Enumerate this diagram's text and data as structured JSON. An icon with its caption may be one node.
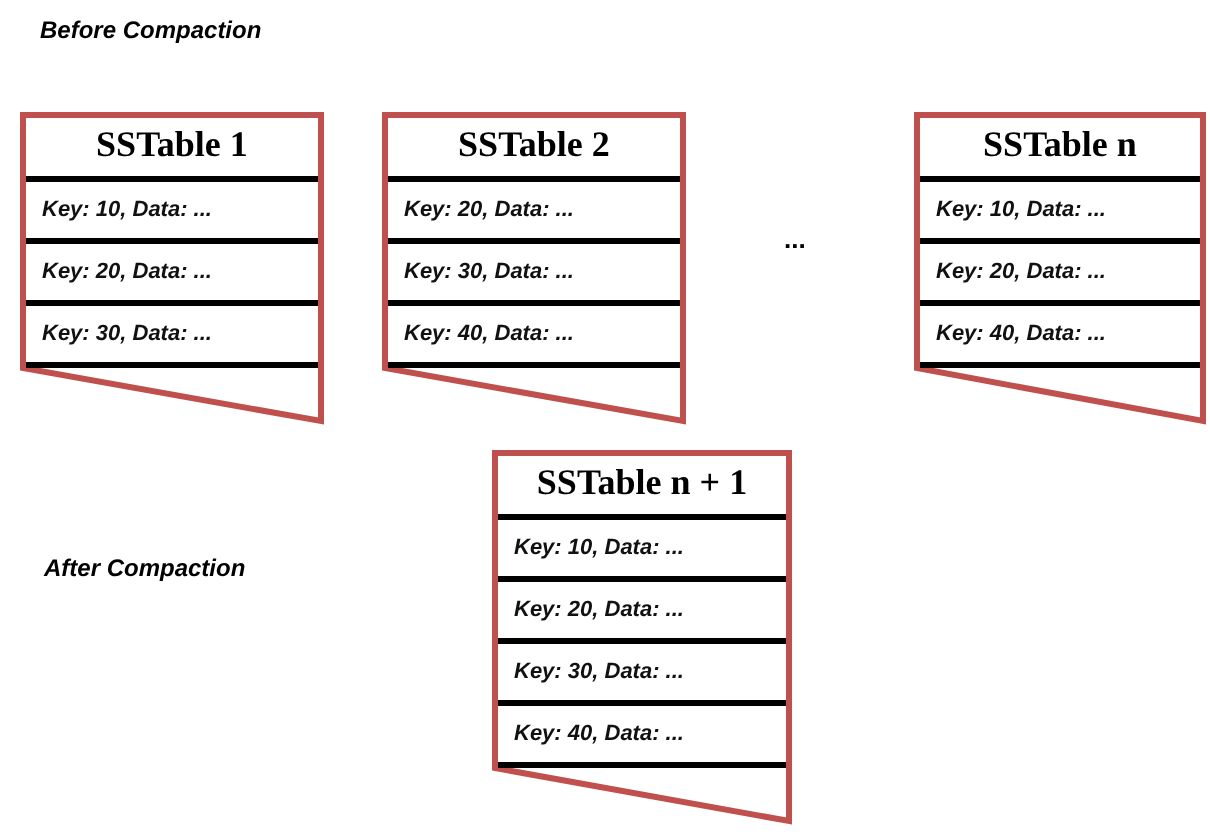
{
  "diagram": {
    "nodes": [
      {
        "text": [
          "SSTable 1"
        ]
      },
      {
        "text": [
          "Key: 10, Data: ..."
        ],
        "in": 0
      },
      {
        "text": [
          "Key: 20, Data: ..."
        ],
        "in": 0
      },
      {
        "text": [
          "Key: 30, Data: ..."
        ],
        "in": 0
      },
      {
        "text": [
          "SSTable 2"
        ]
      },
      {
        "text": [
          "Key: 20, Data: ..."
        ],
        "in": 4
      },
      {
        "text": [
          "Key: 30, Data: ..."
        ],
        "in": 4
      },
      {
        "text": [
          "Key: 40, Data: ..."
        ],
        "in": 4
      },
      {
        "text": [
          "SSTable n"
        ]
      },
      {
        "text": [
          "Key: 10, Data: ..."
        ],
        "in": 8
      },
      {
        "text": [
          "Key: 20, Data: ..."
        ],
        "in": 8
      },
      {
        "text": [
          "Key: 40, Data: ..."
        ],
        "in": 8
      },
      {
        "text": [
          "SSTable n + 1"
        ]
      },
      {
        "text": [
          "Key: 10, Data: ..."
        ],
        "in": 12
      },
      {
        "text": [
          "Key: 20, Data: ..."
        ],
        "in": 12
      },
      {
        "text": [
          "Key: 30, Data: ..."
        ],
        "in": 12
      },
      {
        "text": [
          "Key: 40, Data: ..."
        ],
        "in": 12
      }
    ],
    "labels": [
      "Before Compaction",
      "...",
      "After Compaction"
    ]
  }
}
